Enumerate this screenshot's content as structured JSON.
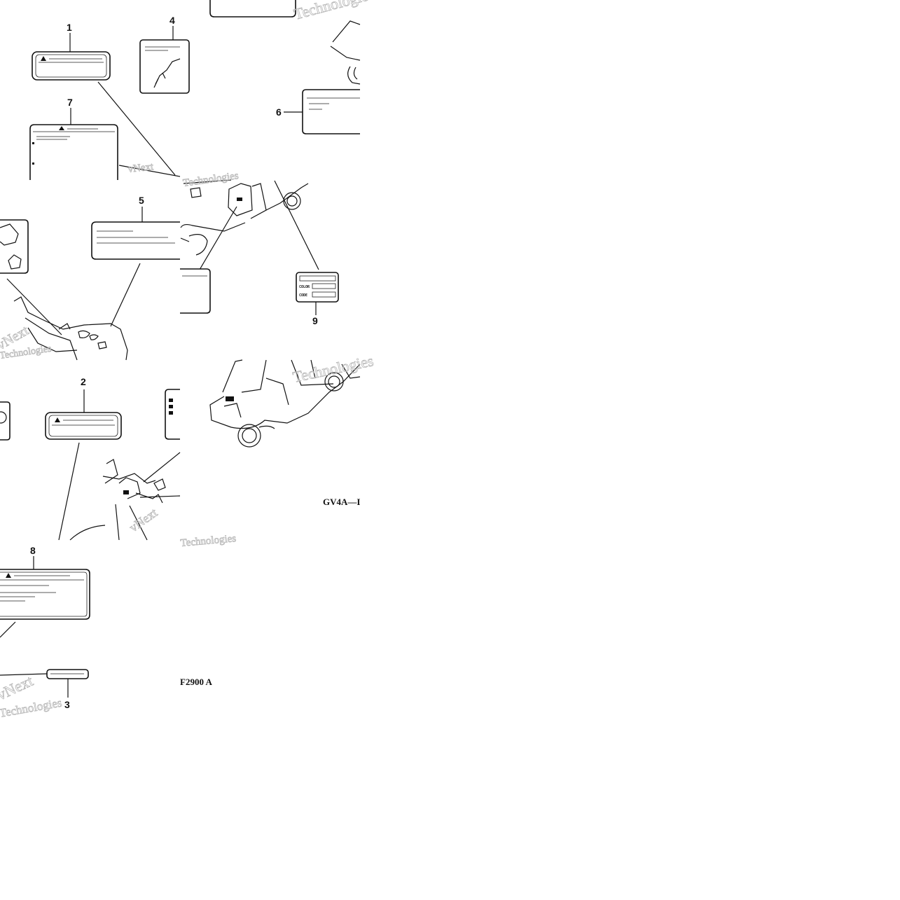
{
  "callouts": {
    "c1": "1",
    "c2": "2",
    "c3": "3",
    "c4": "4",
    "c5": "5",
    "c6": "6",
    "c7": "7",
    "c8": "8",
    "c9": "9"
  },
  "label_texts": {
    "color": "COLOR",
    "code": "CODE"
  },
  "figure_codes": {
    "top": "GV4A—I",
    "bottom": "F2900 A"
  },
  "watermark": {
    "line1": "vNext",
    "line2": "Technologies"
  }
}
